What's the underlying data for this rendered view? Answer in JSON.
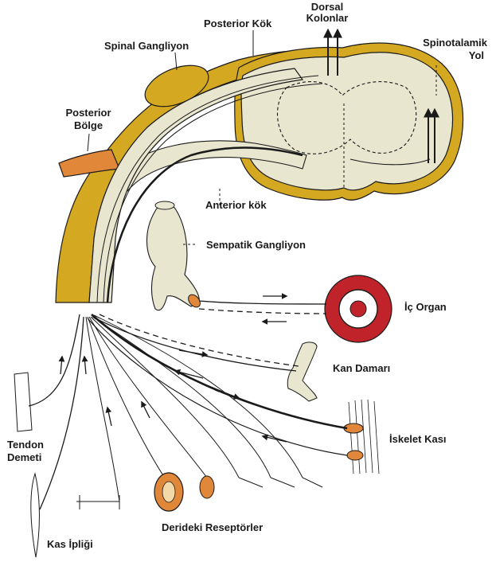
{
  "labels": {
    "posterior_kok": "Posterior Kök",
    "dorsal_kolonlar_1": "Dorsal",
    "dorsal_kolonlar_2": "Kolonlar",
    "spinal_gangliyon": "Spinal Gangliyon",
    "spinotalamik_1": "Spinotalamik",
    "spinotalamik_2": "Yol",
    "posterior_bolge_1": "Posterior",
    "posterior_bolge_2": "Bölge",
    "anterior_kok": "Anterior kök",
    "sempatik_gangliyon": "Sempatik Gangliyon",
    "ic_organ": "İç Organ",
    "kan_damari": "Kan Damarı",
    "tendon_demeti_1": "Tendon",
    "tendon_demeti_2": "Demeti",
    "iskelet_kasi": "İskelet Kası",
    "derideki_reseptorler": "Derideki Reseptörler",
    "kas_ipligi": "Kas İpliği"
  },
  "colors": {
    "cord_fill": "#e8e6cf",
    "gold": "#d4a820",
    "orange": "#e0873a",
    "organ_red": "#c0242a",
    "line": "#1a1a1a"
  }
}
